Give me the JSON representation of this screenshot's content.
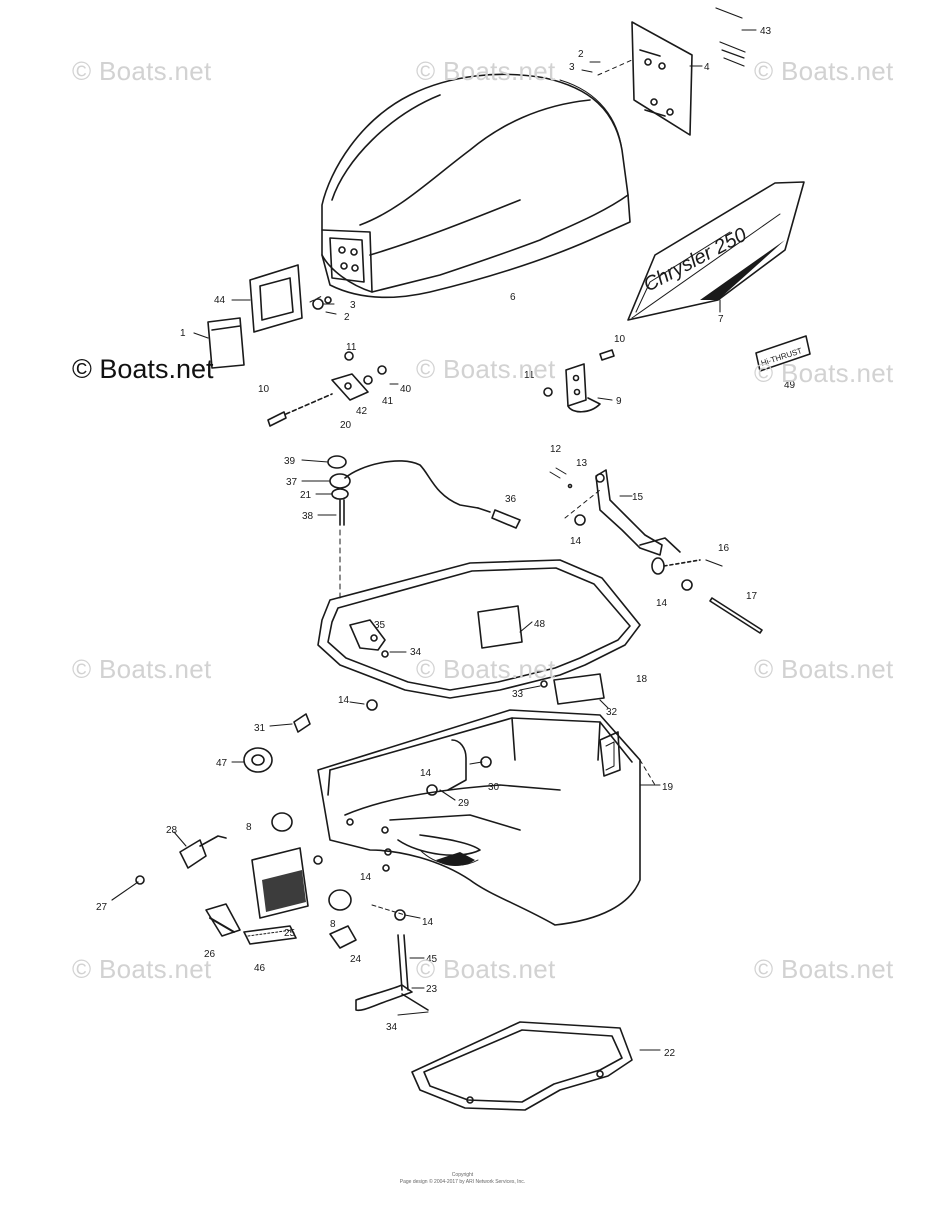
{
  "watermark": {
    "light_text": "© Boats.net",
    "main_text": "© Boats.net"
  },
  "decals": {
    "brand_script": "Chrysler 250",
    "badge_text": "Hi-THRUST"
  },
  "footer": {
    "line1": "Copyright",
    "line2": "Page design © 2004-2017 by ARI Network Services, Inc."
  },
  "callouts": [
    "43",
    "2",
    "3",
    "4",
    "6",
    "7",
    "44",
    "1",
    "3",
    "2",
    "10",
    "11",
    "40",
    "41",
    "42",
    "20",
    "10",
    "11",
    "9",
    "49",
    "39",
    "37",
    "21",
    "38",
    "36",
    "12",
    "13",
    "15",
    "14",
    "16",
    "14",
    "17",
    "35",
    "48",
    "34",
    "33",
    "18",
    "32",
    "14",
    "31",
    "47",
    "8",
    "14",
    "30",
    "29",
    "19",
    "28",
    "27",
    "26",
    "25",
    "46",
    "14",
    "8",
    "24",
    "45",
    "23",
    "34",
    "22",
    "14"
  ],
  "colors": {
    "line": "#1a1a1a",
    "watermark": "#d2d2d2",
    "background": "#ffffff"
  }
}
